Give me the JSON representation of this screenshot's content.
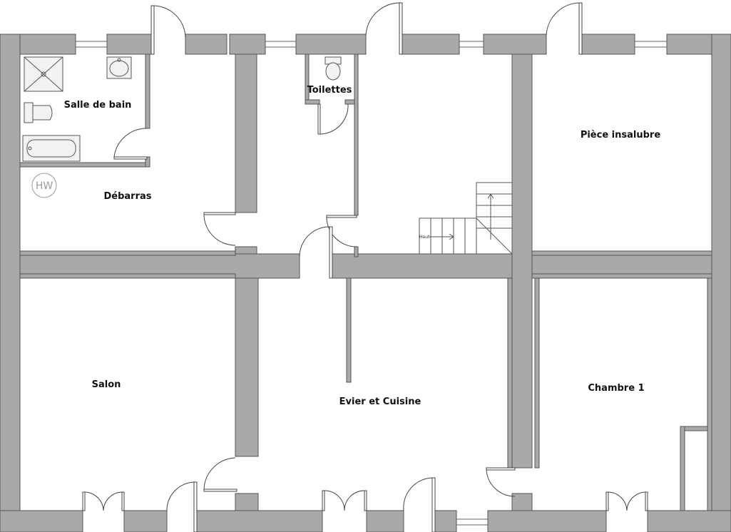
{
  "rooms": {
    "salle_de_bain": "Salle de bain",
    "toilettes": "Toilettes",
    "piece_insalubre": "Pièce insalubre",
    "debarras": "Débarras",
    "salon": "Salon",
    "cuisine": "Evier et Cuisine",
    "chambre1": "Chambre 1"
  },
  "stair_label": "Haut",
  "logo": "HW",
  "colors": {
    "wall": "#a9a9a9",
    "background": "#ffffff"
  }
}
